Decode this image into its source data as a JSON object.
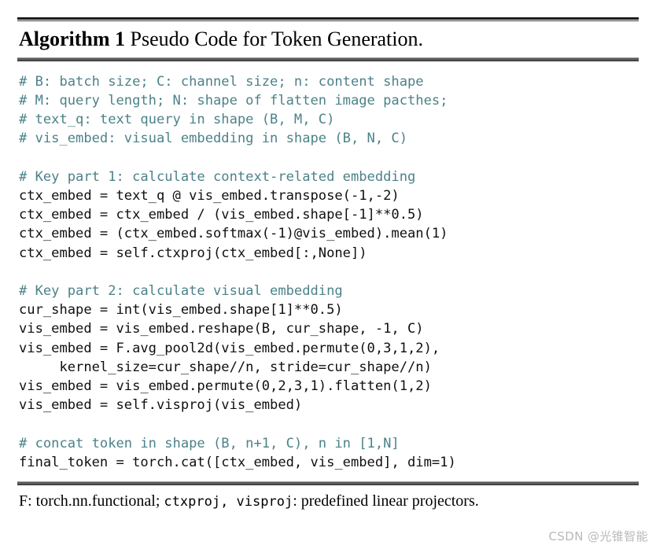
{
  "document": {
    "caption_label": "Algorithm 1",
    "caption_title": "Pseudo Code for Token Generation.",
    "comment_color": "#4c8289",
    "code_color": "#101010",
    "rule_color": "#5a5a5a"
  },
  "code": {
    "lines": [
      {
        "text": "# B: batch size; C: channel size; n: content shape",
        "kind": "comment"
      },
      {
        "text": "# M: query length; N: shape of flatten image pacthes;",
        "kind": "comment"
      },
      {
        "text": "# text_q: text query in shape (B, M, C)",
        "kind": "comment"
      },
      {
        "text": "# vis_embed: visual embedding in shape (B, N, C)",
        "kind": "comment"
      },
      {
        "text": "",
        "kind": "blank"
      },
      {
        "text": "# Key part 1: calculate context-related embedding",
        "kind": "comment"
      },
      {
        "text": "ctx_embed = text_q @ vis_embed.transpose(-1,-2)",
        "kind": "code"
      },
      {
        "text": "ctx_embed = ctx_embed / (vis_embed.shape[-1]**0.5)",
        "kind": "code"
      },
      {
        "text": "ctx_embed = (ctx_embed.softmax(-1)@vis_embed).mean(1)",
        "kind": "code"
      },
      {
        "text": "ctx_embed = self.ctxproj(ctx_embed[:,None])",
        "kind": "code"
      },
      {
        "text": "",
        "kind": "blank"
      },
      {
        "text": "# Key part 2: calculate visual embedding",
        "kind": "comment"
      },
      {
        "text": "cur_shape = int(vis_embed.shape[1]**0.5)",
        "kind": "code"
      },
      {
        "text": "vis_embed = vis_embed.reshape(B, cur_shape, -1, C)",
        "kind": "code"
      },
      {
        "text": "vis_embed = F.avg_pool2d(vis_embed.permute(0,3,1,2),",
        "kind": "code"
      },
      {
        "text": "     kernel_size=cur_shape//n, stride=cur_shape//n)",
        "kind": "code"
      },
      {
        "text": "vis_embed = vis_embed.permute(0,2,3,1).flatten(1,2)",
        "kind": "code"
      },
      {
        "text": "vis_embed = self.visproj(vis_embed)",
        "kind": "code"
      },
      {
        "text": "",
        "kind": "blank"
      },
      {
        "text": "# concat token in shape (B, n+1, C), n in [1,N]",
        "kind": "comment"
      },
      {
        "text": "final_token = torch.cat([ctx_embed, vis_embed], dim=1)",
        "kind": "code"
      }
    ]
  },
  "footnote": {
    "part1": "F: torch.nn.functional; ",
    "mono1": "ctxproj, visproj",
    "part2": ": predefined linear projectors."
  },
  "watermark": {
    "text": "CSDN @光锥智能"
  }
}
